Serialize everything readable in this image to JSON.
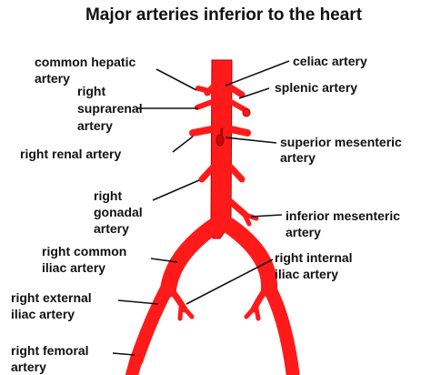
{
  "title": "Major arteries inferior to the heart",
  "colors": {
    "artery": "#ff1a1a",
    "outline": "#b00000",
    "text": "#111111"
  },
  "labels": {
    "common_hepatic": [
      "common hepatic",
      "artery"
    ],
    "celiac": [
      "celiac artery"
    ],
    "right_suprarenal": [
      "right",
      "suprarenal",
      "artery"
    ],
    "splenic": [
      "splenic artery"
    ],
    "right_renal": [
      "right renal artery"
    ],
    "superior_mesenteric": [
      "superior mesenteric",
      "artery"
    ],
    "right_gonadal": [
      "right",
      "gonadal",
      "artery"
    ],
    "inferior_mesenteric": [
      "inferior mesenteric",
      "artery"
    ],
    "right_common_iliac": [
      "right common",
      "iliac artery"
    ],
    "right_internal_iliac": [
      "right internal",
      "iliac artery"
    ],
    "right_external_iliac": [
      "right external",
      "iliac artery"
    ],
    "right_femoral": [
      "right femoral",
      "artery"
    ]
  }
}
